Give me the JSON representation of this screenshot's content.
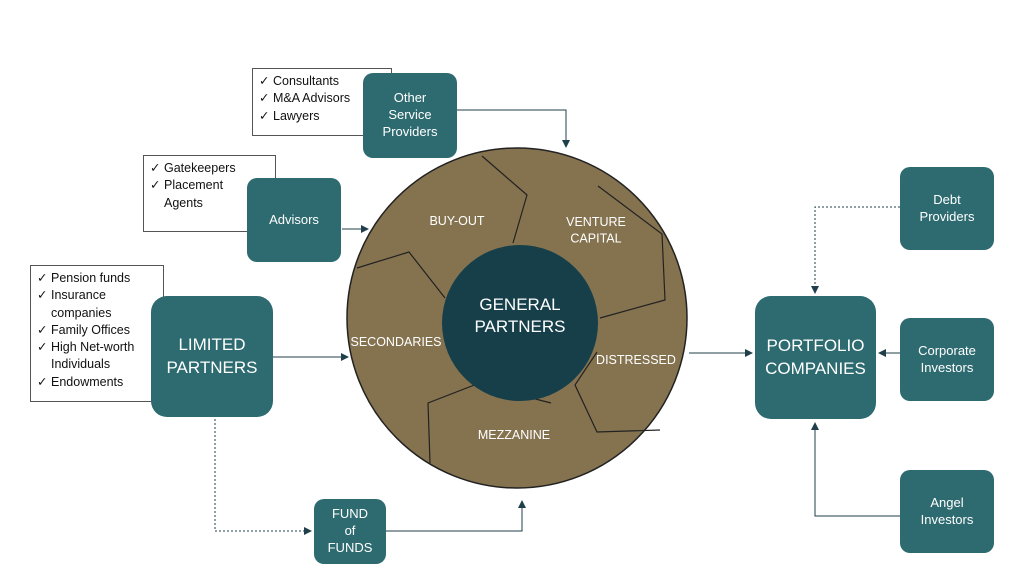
{
  "colors": {
    "box": "#2e6b70",
    "wheel": "#857350",
    "hub": "#163f49",
    "text": "#ffffff"
  },
  "icons": {
    "check": "checkmark-icon"
  },
  "other_service_providers": {
    "label": "Other\nService\nProviders",
    "items": [
      "Consultants",
      "M&A Advisors",
      "Lawyers"
    ]
  },
  "advisors": {
    "label": "Advisors",
    "items": [
      "Gatekeepers",
      "Placement\nAgents"
    ]
  },
  "limited_partners": {
    "label": "LIMITED\nPARTNERS",
    "items": [
      "Pension funds",
      "Insurance\ncompanies",
      "Family Offices",
      "High Net-worth\nIndividuals",
      "Endowments"
    ]
  },
  "fund_of_funds": {
    "label": "FUND\nof\nFUNDS"
  },
  "wheel": {
    "hub": "GENERAL\nPARTNERS",
    "segments": {
      "buyout": "BUY-OUT",
      "venture": "VENTURE\nCAPITAL",
      "distressed": "DISTRESSED",
      "mezzanine": "MEZZANINE",
      "secondaries": "SECONDARIES"
    }
  },
  "portfolio_companies": {
    "label": "PORTFOLIO\nCOMPANIES"
  },
  "debt_providers": {
    "label": "Debt\nProviders"
  },
  "corporate_investors": {
    "label": "Corporate\nInvestors"
  },
  "angel_investors": {
    "label": "Angel\nInvestors"
  }
}
